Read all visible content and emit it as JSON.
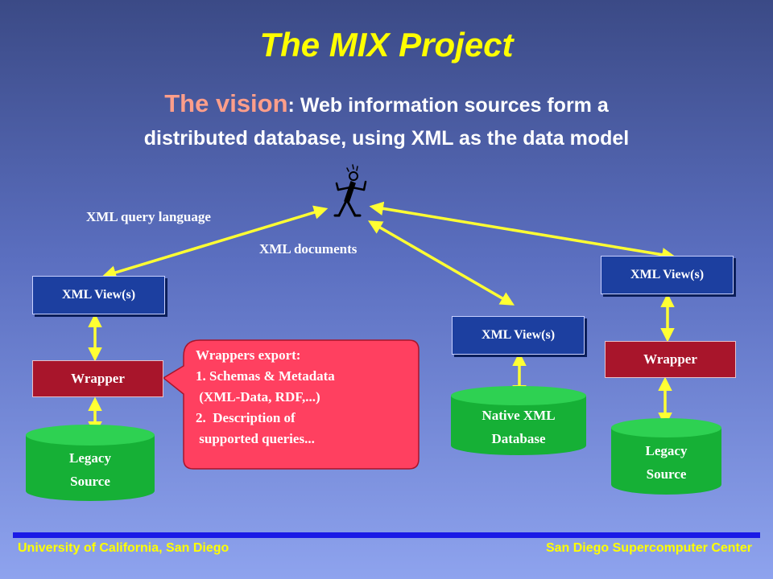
{
  "title": "The MIX Project",
  "subtitle": {
    "highlight": "The vision",
    "line1_rest": ": Web information sources form a",
    "line2": "distributed database, using XML as the data model"
  },
  "labels": {
    "query_language": "XML query language",
    "documents": "XML documents"
  },
  "views": {
    "left": "XML View(s)",
    "middle": "XML View(s)",
    "right": "XML View(s)"
  },
  "wrappers": {
    "left": "Wrapper",
    "right": "Wrapper"
  },
  "sources": {
    "left": [
      "Legacy",
      "Source"
    ],
    "middle": [
      "Native XML",
      "Database"
    ],
    "right": [
      "Legacy",
      "Source"
    ]
  },
  "callout": [
    "Wrappers export:",
    "1. Schemas & Metadata",
    " (XML-Data, RDF,...)",
    "2.  Description of",
    " supported queries..."
  ],
  "footer": {
    "left": "University of California, San Diego",
    "right": "San Diego Supercomputer Center"
  },
  "colors": {
    "title": "#ffff00",
    "highlight": "#ff9e8a",
    "view_box": "#1c3fa0",
    "wrapper_box": "#a8152b",
    "cylinder": "#16b036",
    "callout": "#ff4060",
    "arrows": "#ffff33",
    "footer_bar": "#1a1ae6"
  }
}
